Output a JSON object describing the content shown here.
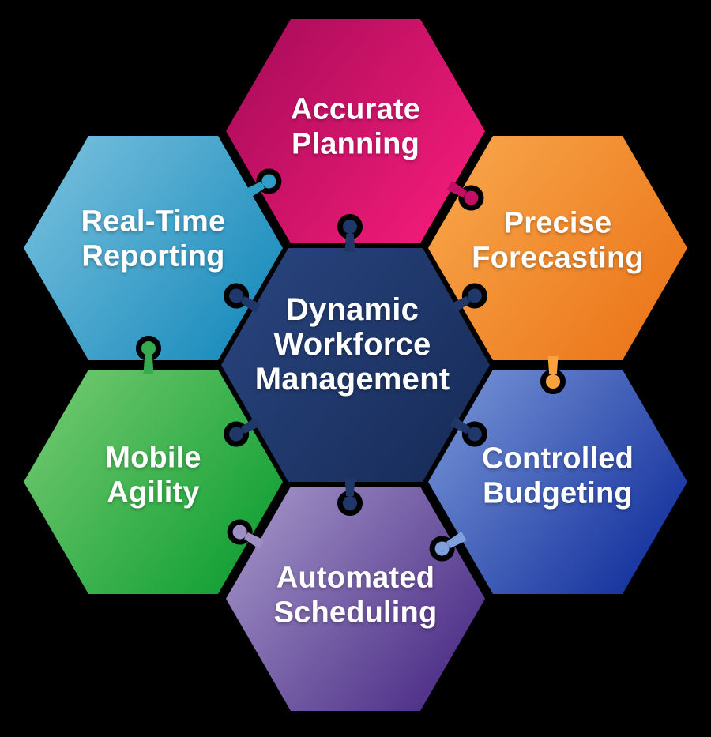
{
  "canvas": {
    "background": "#000000",
    "outline_color": "#000000",
    "text_color": "#FFFFFF"
  },
  "center": {
    "label": "Dynamic Workforce Management",
    "gradient": {
      "from": "#2A4680",
      "to": "#182D5B"
    },
    "knob": "#1F3869"
  },
  "pieces": {
    "planning": {
      "label": "Accurate Planning",
      "gradient": {
        "from": "#A50B58",
        "to": "#F01B78"
      },
      "knob": "#C30E66"
    },
    "forecasting": {
      "label": "Precise Forecasting",
      "gradient": {
        "from": "#F9A94E",
        "to": "#EC771B"
      },
      "knob": "#F9A23E"
    },
    "budgeting": {
      "label": "Controlled Budgeting",
      "gradient": {
        "from": "#7C99DA",
        "to": "#16339E"
      },
      "knob": "#7FA0DC"
    },
    "scheduling": {
      "label": "Automated Scheduling",
      "gradient": {
        "from": "#A89ACC",
        "to": "#4E3088"
      },
      "knob": "#9D8EC4"
    },
    "agility": {
      "label": "Mobile Agility",
      "gradient": {
        "from": "#79CC74",
        "to": "#14A036"
      },
      "knob": "#35AB50"
    },
    "reporting": {
      "label": "Real-Time Reporting",
      "gradient": {
        "from": "#7EC3DF",
        "to": "#1C8DBD"
      },
      "knob": "#2E9EC6"
    }
  }
}
